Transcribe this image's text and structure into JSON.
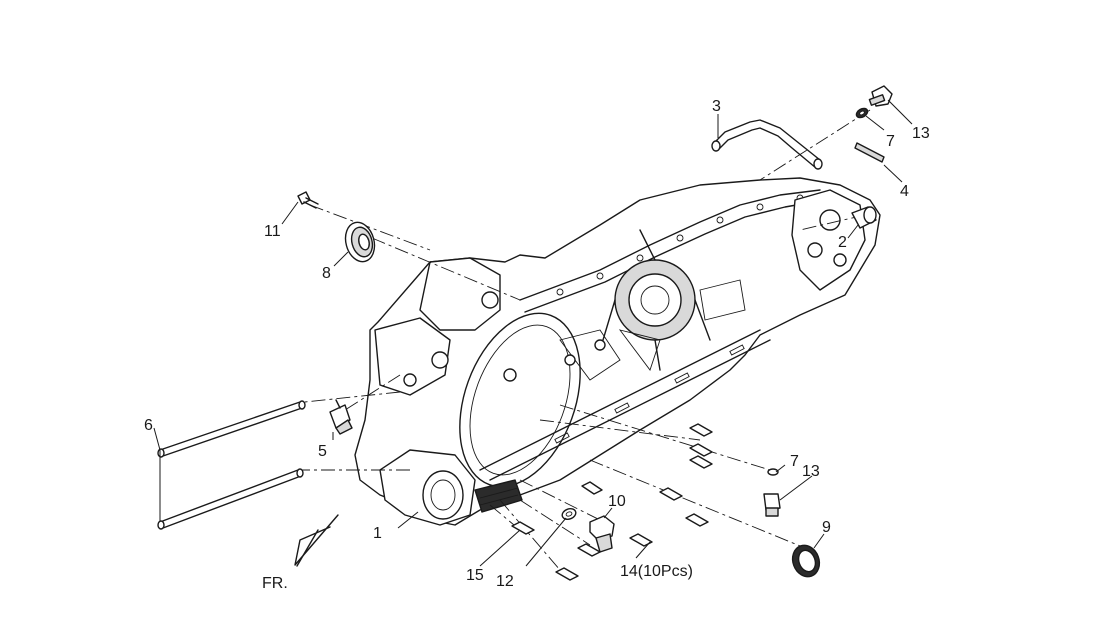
{
  "callouts": [
    {
      "id": "c1",
      "text": "1"
    },
    {
      "id": "c2",
      "text": "2"
    },
    {
      "id": "c3",
      "text": "3"
    },
    {
      "id": "c4",
      "text": "4"
    },
    {
      "id": "c5",
      "text": "5"
    },
    {
      "id": "c6",
      "text": "6"
    },
    {
      "id": "c7a",
      "text": "7"
    },
    {
      "id": "c7b",
      "text": "7"
    },
    {
      "id": "c8",
      "text": "8"
    },
    {
      "id": "c9",
      "text": "9"
    },
    {
      "id": "c10",
      "text": "10"
    },
    {
      "id": "c11",
      "text": "11"
    },
    {
      "id": "c12",
      "text": "12"
    },
    {
      "id": "c13a",
      "text": "13"
    },
    {
      "id": "c13b",
      "text": "13"
    },
    {
      "id": "c14",
      "text": "14(10Pcs)"
    },
    {
      "id": "c15",
      "text": "15"
    }
  ],
  "front_marker": "FR."
}
